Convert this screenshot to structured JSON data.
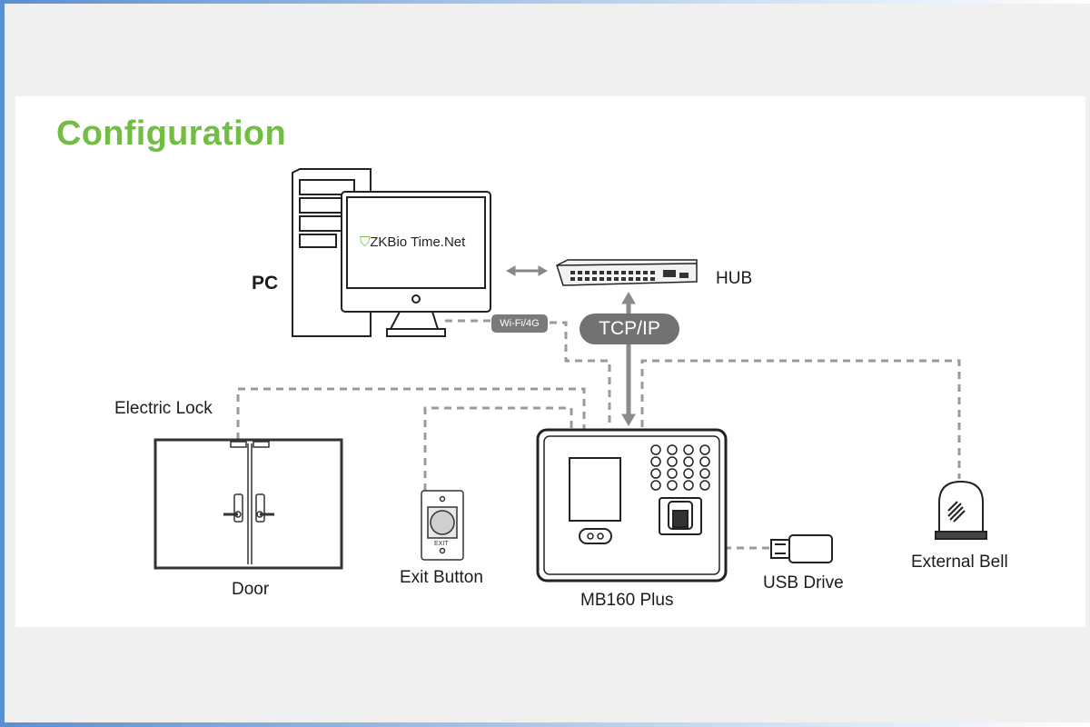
{
  "title": "Configuration",
  "screen": {
    "brand_prefix": "ZKBio",
    "brand_suffix": " Time.Net"
  },
  "labels": {
    "pc": "PC",
    "hub": "HUB",
    "tcp_ip": "TCP/IP",
    "wifi": "Wi-Fi/4G",
    "electric_lock": "Electric Lock",
    "door": "Door",
    "exit_button": "Exit Button",
    "device": "MB160 Plus",
    "usb_drive": "USB Drive",
    "external_bell": "External Bell"
  },
  "exit_plate_text": "EXIT",
  "colors": {
    "title_green": "#72bd44",
    "badge_gray": "#727272",
    "dashed_line": "#9a9a9a",
    "frame_blue": "#5a8fd0"
  }
}
